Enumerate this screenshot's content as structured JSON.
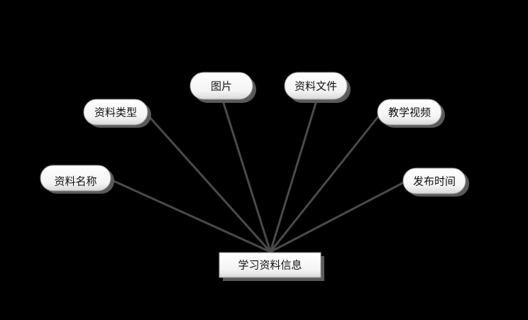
{
  "diagram": {
    "entity": {
      "id": "entity",
      "label": "学习资料信息"
    },
    "attributes": [
      {
        "id": "name",
        "label": "资料名称"
      },
      {
        "id": "type",
        "label": "资料类型"
      },
      {
        "id": "image",
        "label": "图片"
      },
      {
        "id": "file",
        "label": "资料文件"
      },
      {
        "id": "video",
        "label": "教学视频"
      },
      {
        "id": "time",
        "label": "发布时间"
      }
    ]
  },
  "colors": {
    "background": "#000000",
    "node_fill": "#ffffff",
    "node_shadow": "#5a5a5a",
    "connector": "#4a4a4a",
    "text": "#111111"
  }
}
